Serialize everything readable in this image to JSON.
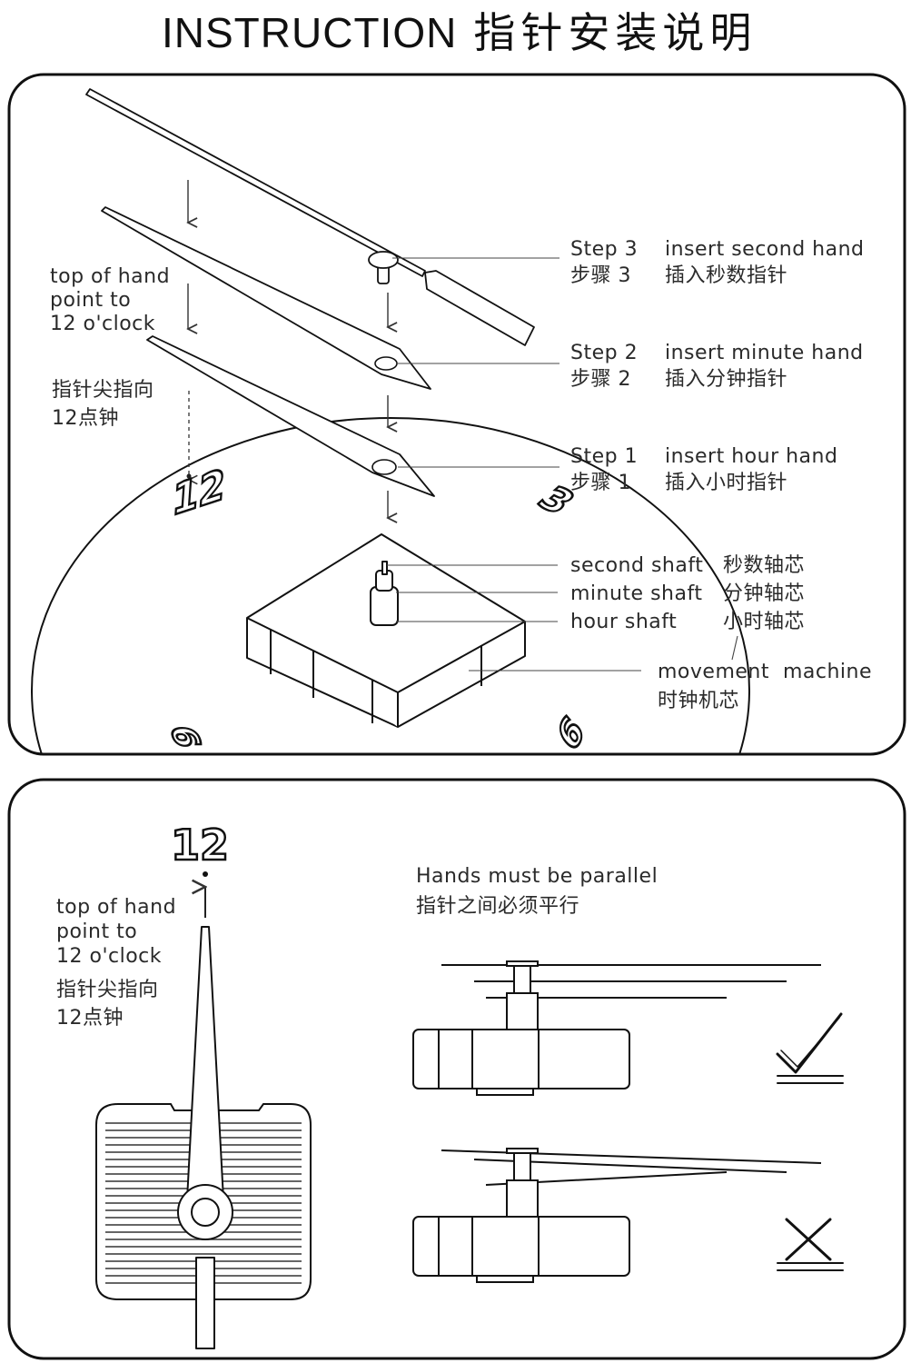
{
  "header": {
    "title_en": "INSTRUCTION",
    "title_cn": "指针安装说明"
  },
  "panel_top": {
    "hint_en": [
      "top of hand",
      "point to",
      "12 o'clock"
    ],
    "hint_cn": [
      "指针尖指向",
      "12点钟"
    ],
    "steps": [
      {
        "label": "Step 3",
        "label_cn": "步骤 3",
        "action": "insert second hand",
        "action_cn": "插入秒数指针"
      },
      {
        "label": "Step 2",
        "label_cn": "步骤 2",
        "action": "insert minute hand",
        "action_cn": "插入分钟指针"
      },
      {
        "label": "Step 1",
        "label_cn": "步骤 1",
        "action": "insert hour hand",
        "action_cn": "插入小时指针"
      }
    ],
    "parts": [
      {
        "en": "second shaft",
        "cn": "秒数轴芯"
      },
      {
        "en": "minute shaft",
        "cn": "分钟轴芯"
      },
      {
        "en": "hour shaft",
        "cn": "小时轴芯"
      }
    ],
    "movement": {
      "en": "movement  machine",
      "cn": "时钟机芯"
    },
    "dial_numbers": {
      "n12": "12",
      "n3": "3",
      "n6": "6",
      "n9": "9"
    }
  },
  "panel_bottom": {
    "dial_number": "12",
    "hint_en": [
      "top of hand",
      "point to",
      "12 o'clock"
    ],
    "hint_cn": [
      "指针尖指向",
      "12点钟"
    ],
    "parallel_en": "Hands must be parallel",
    "parallel_cn": "指针之间必须平行",
    "correct_icon": "check-mark-icon",
    "wrong_icon": "cross-mark-icon"
  }
}
